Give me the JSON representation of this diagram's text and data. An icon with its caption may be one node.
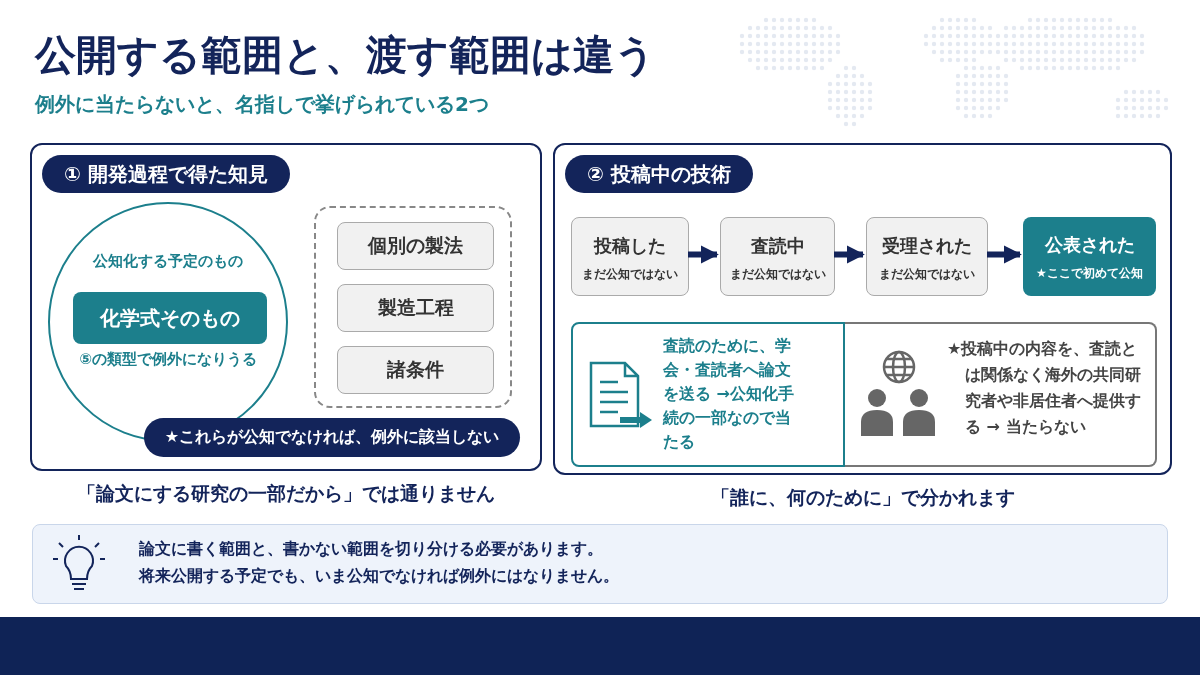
{
  "diagram": {
    "title": "公開する範囲と、渡す範囲は違う",
    "nodes": [
      {
        "text": [
          "① 開発過程で得た知見"
        ],
        "beside": [
          "「論文にする研究の一部だから」では通りません"
        ]
      },
      {
        "text": [
          "公知化する予定のもの",
          "⑤の類型で例外になりうる"
        ],
        "in": 0
      },
      {
        "text": [
          "化学式そのもの"
        ],
        "in": 1
      },
      {
        "text": [],
        "shape": "box",
        "in": 0
      },
      {
        "text": [
          "個別の製法"
        ],
        "in": 3
      },
      {
        "text": [
          "製造工程"
        ],
        "in": 3
      },
      {
        "text": [
          "諸条件"
        ],
        "in": 3
      },
      {
        "text": [
          "★これらが公知でなければ、例外に該当しない"
        ],
        "in": 0
      },
      {
        "text": [
          "② 投稿中の技術"
        ],
        "beside": [
          "「誰に、何のために」で分かれます"
        ]
      },
      {
        "text": [
          "投稿した",
          "まだ公知ではない"
        ],
        "in": 8
      },
      {
        "text": [
          "査読中",
          "まだ公知ではない"
        ],
        "in": 8
      },
      {
        "text": [
          "受理された",
          "まだ公知ではない"
        ],
        "in": 8
      },
      {
        "text": [
          "公表された",
          "★ここで初めて公知"
        ],
        "in": 8
      },
      {
        "text": [
          "査読のために、学会・査読者へ論文を送る →公知化手続の一部なので当たる"
        ],
        "in": 8
      },
      {
        "text": [
          "★投稿中の内容を、査読とは関係なく海外の共同研究者や非居住者へ提供する → 当たらない"
        ],
        "in": 8
      },
      {
        "text": [
          "論文に書く範囲と、書かない範囲を切り分ける必要があります。",
          "将来公開する予定でも、いま公知でなければ例外にはなりません。"
        ]
      }
    ],
    "edges": [
      {
        "from": 9,
        "to": 10,
        "arrow": "to"
      },
      {
        "from": 10,
        "to": 11,
        "arrow": "to"
      },
      {
        "from": 11,
        "to": 12,
        "arrow": "to"
      }
    ],
    "labels": [
      "例外に当たらないと、名指しで挙げられている2つ"
    ]
  }
}
